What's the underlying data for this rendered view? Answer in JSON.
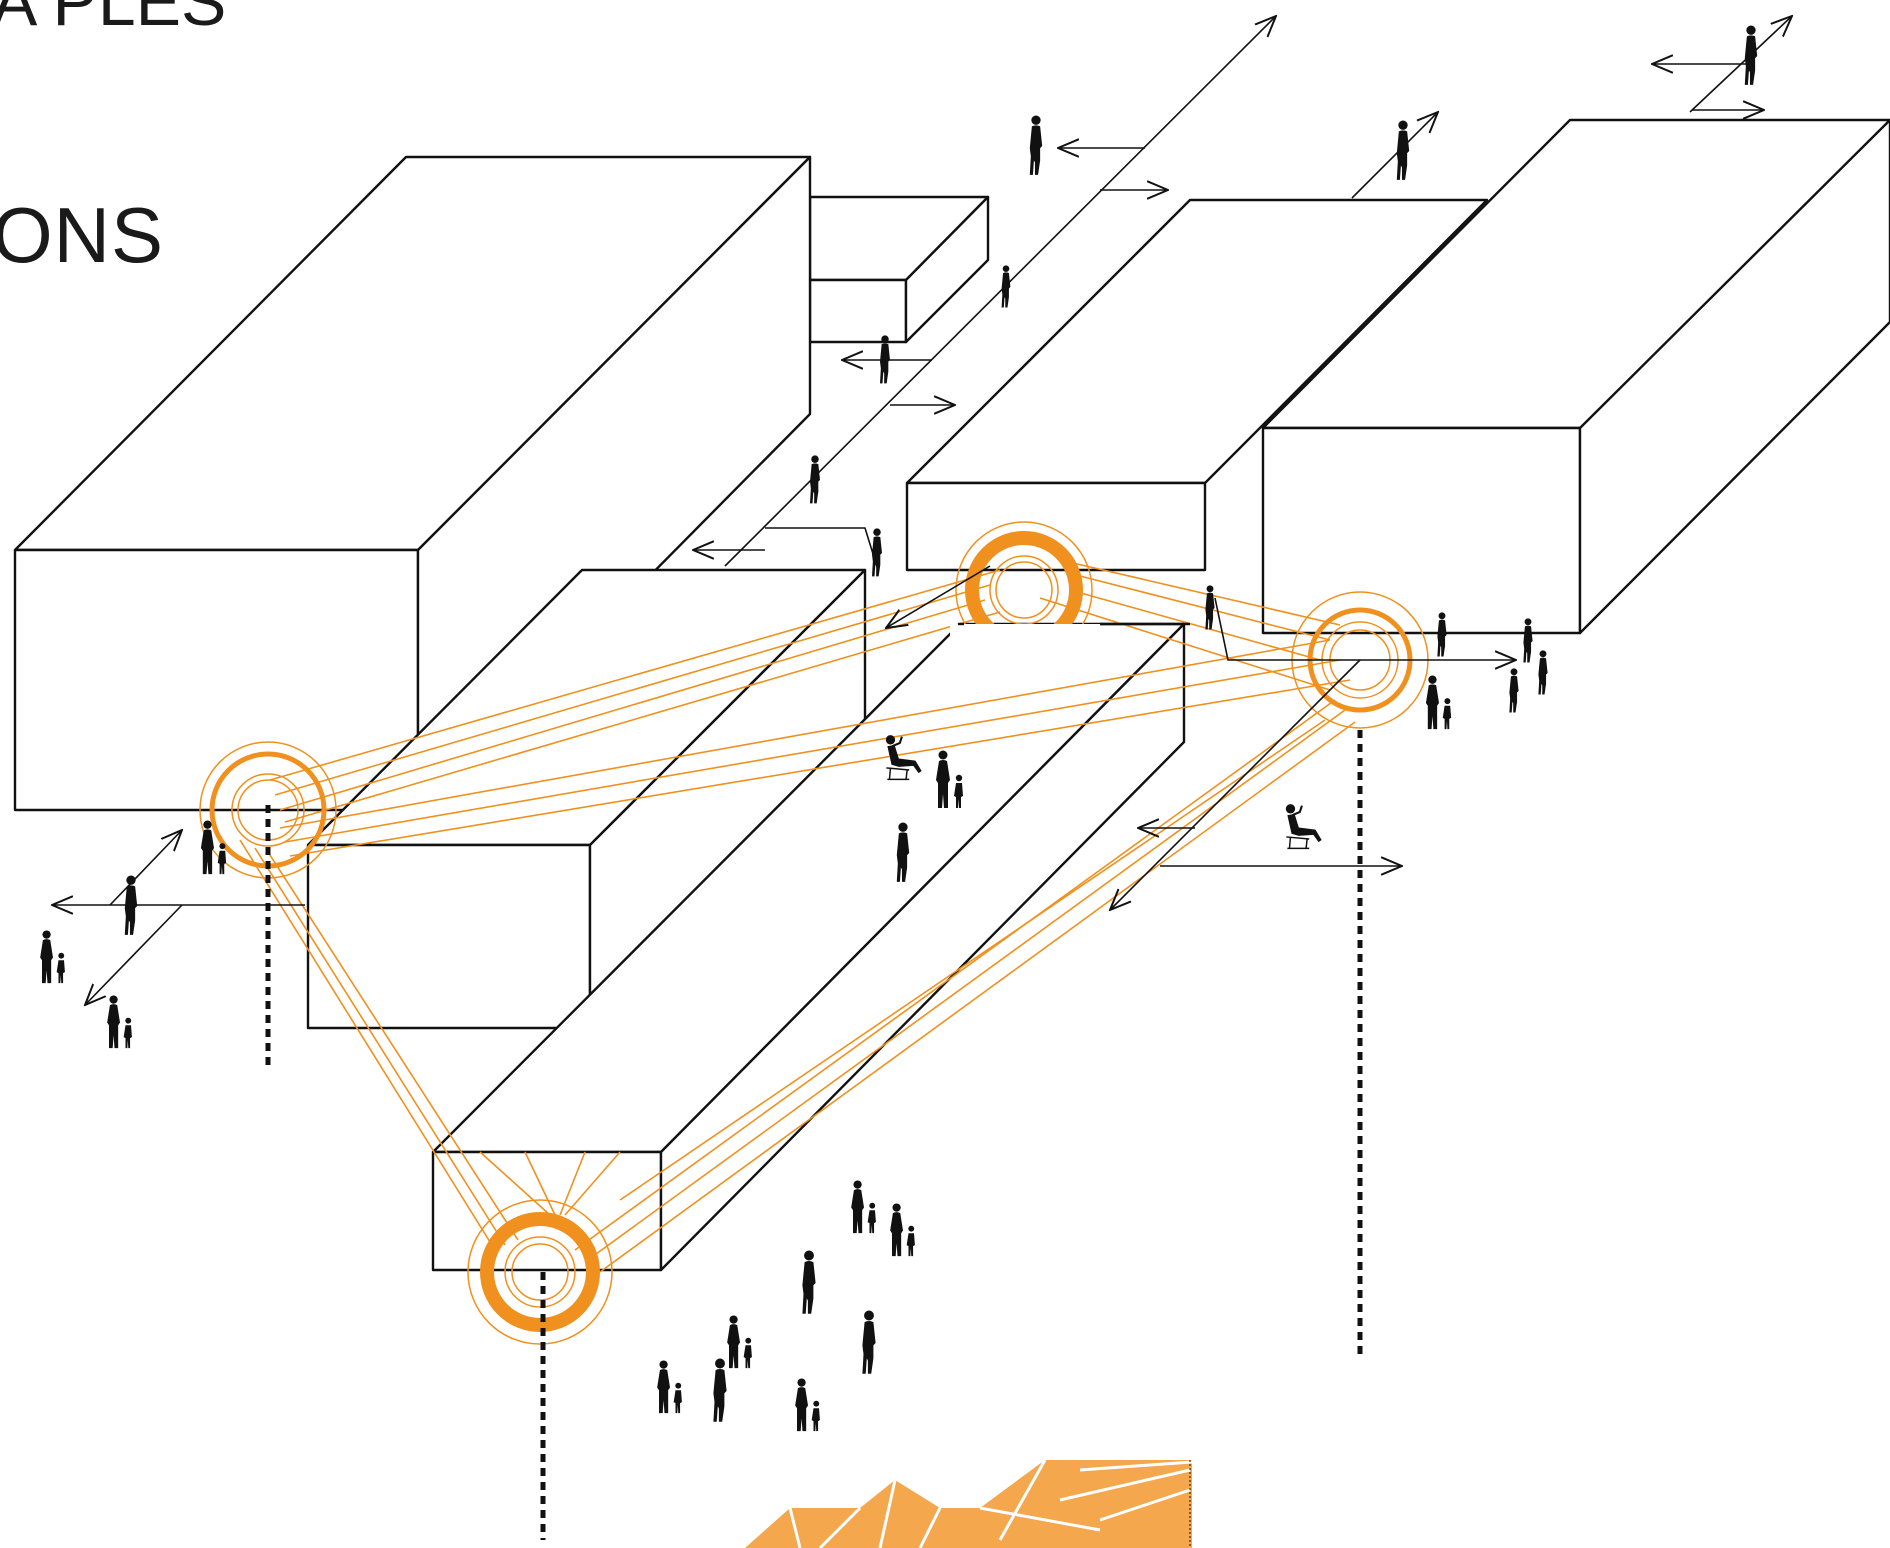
{
  "captions": {
    "top_fragment": "A PLES",
    "mid_fragment": "ONS"
  },
  "colors": {
    "line": "#111111",
    "accent": "#f0901e",
    "accent_light": "#f4a74d",
    "figure": "#111111"
  },
  "legend": {
    "connection_node": "orange-concentric-circle-icon",
    "movement_direction": "arrow-icon",
    "pedestrian": "person-icon",
    "seated_person": "seated-person-icon",
    "parent_with_child": "parent-child-icon",
    "ground_anchor": "dotted-vertical-line"
  }
}
